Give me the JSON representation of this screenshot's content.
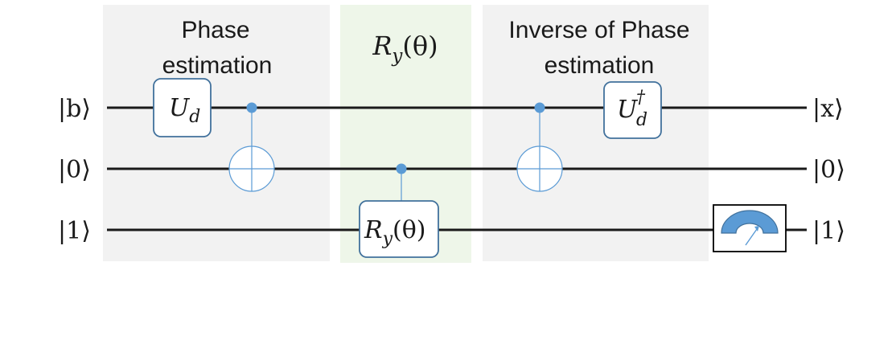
{
  "sections": {
    "phase_estimation": {
      "title_line1": "Phase",
      "title_line2": "estimation"
    },
    "rotation": {
      "title": "R",
      "title_sub": "y",
      "title_arg": "(θ)"
    },
    "inverse_phase_estimation": {
      "title_line1": "Inverse of Phase",
      "title_line2": "estimation"
    }
  },
  "inputs": {
    "top": "|b⟩",
    "middle": "|0⟩",
    "bottom": "|1⟩"
  },
  "outputs": {
    "top": "|x⟩",
    "middle": "|0⟩",
    "bottom": "|1⟩"
  },
  "gates": {
    "ud": {
      "base": "U",
      "sub": "d"
    },
    "ud_dagger": {
      "base": "U",
      "sub": "d",
      "sup": "†"
    },
    "ry": {
      "base": "R",
      "sub": "y",
      "arg": "(θ)"
    }
  },
  "colors": {
    "section_bg": "#f2f2f2",
    "rotation_bg": "#eef6e9",
    "gate_border": "#41719c",
    "control_blue": "#5b9bd5",
    "meter_fill": "#5b9bd5"
  }
}
